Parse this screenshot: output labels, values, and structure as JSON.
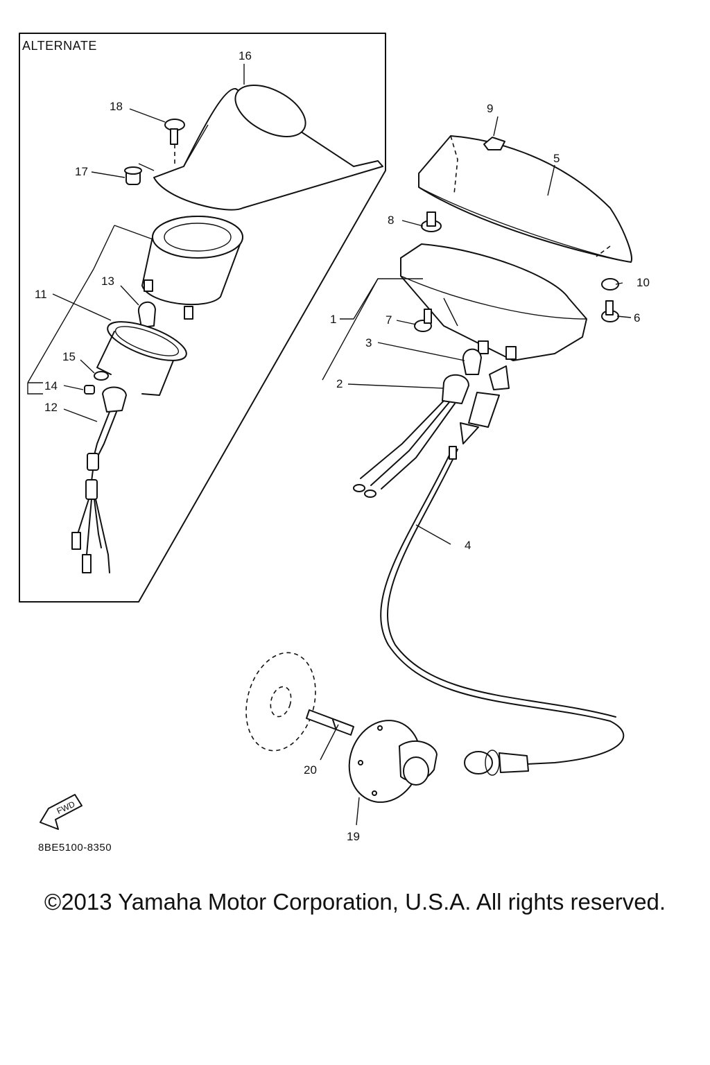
{
  "diagram": {
    "alternate_label": "ALTERNATE",
    "part_code": "8BE5100-8350",
    "fwd_label": "FWD",
    "callouts": [
      "1",
      "2",
      "3",
      "4",
      "5",
      "6",
      "7",
      "8",
      "9",
      "10",
      "11",
      "12",
      "13",
      "14",
      "15",
      "16",
      "17",
      "18",
      "19",
      "20"
    ]
  },
  "footer": {
    "copyright": "©2013 Yamaha Motor Corporation, U.S.A. All rights reserved."
  }
}
